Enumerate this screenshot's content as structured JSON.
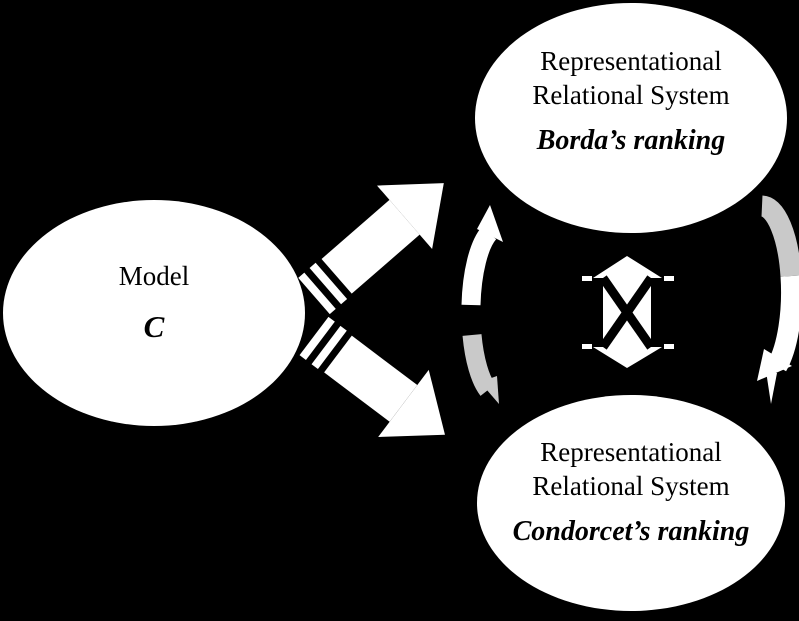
{
  "title": "Model to representational relational systems diagram",
  "colors": {
    "background": "#000000",
    "shape_fill": "#ffffff",
    "text": "#000000",
    "cycle_arrow_secondary": "#c9c9c9"
  },
  "nodes": {
    "model": {
      "name": "Model",
      "symbol": "C"
    },
    "borda": {
      "line1": "Representational",
      "line2": "Relational System",
      "ranking": "Borda’s ranking"
    },
    "condorcet": {
      "line1": "Representational",
      "line2": "Relational System",
      "ranking": "Condorcet’s ranking"
    }
  }
}
